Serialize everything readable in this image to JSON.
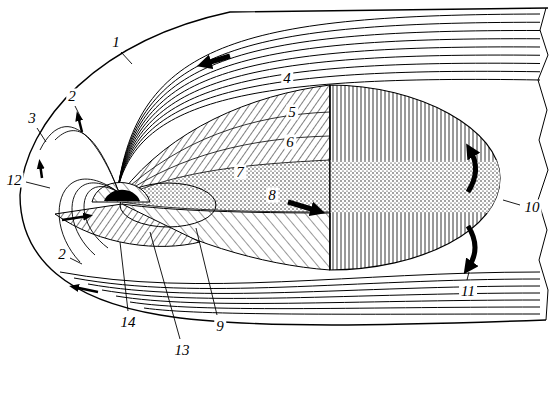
{
  "diagram": {
    "labels": [
      "1",
      "2",
      "3",
      "4",
      "5",
      "6",
      "7",
      "8",
      "2",
      "12",
      "14",
      "13",
      "9",
      "10",
      "11"
    ]
  }
}
